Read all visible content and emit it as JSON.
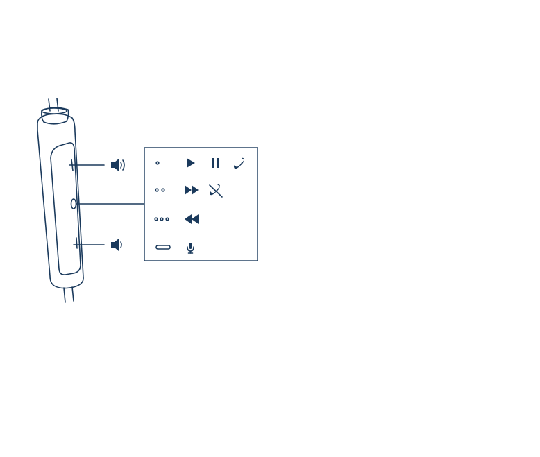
{
  "colors": {
    "ink": "#1b3a5c",
    "background": "#ffffff"
  },
  "remote": {
    "parts": [
      "cable-top",
      "remote-body",
      "side-panel",
      "volume-up-button",
      "center-button",
      "volume-down-button",
      "cable-bottom"
    ]
  },
  "callouts": {
    "volume_up_icon": "volume-up-icon",
    "volume_down_icon": "volume-down-icon"
  },
  "legend": {
    "rows": [
      {
        "press": "single-press-icon",
        "actions": [
          "play-icon",
          "pause-icon",
          "answer-call-icon"
        ]
      },
      {
        "press": "double-press-icon",
        "actions": [
          "fast-forward-icon",
          "end-call-icon"
        ]
      },
      {
        "press": "triple-press-icon",
        "actions": [
          "rewind-icon"
        ]
      },
      {
        "press": "long-press-icon",
        "actions": [
          "microphone-icon"
        ]
      }
    ]
  }
}
